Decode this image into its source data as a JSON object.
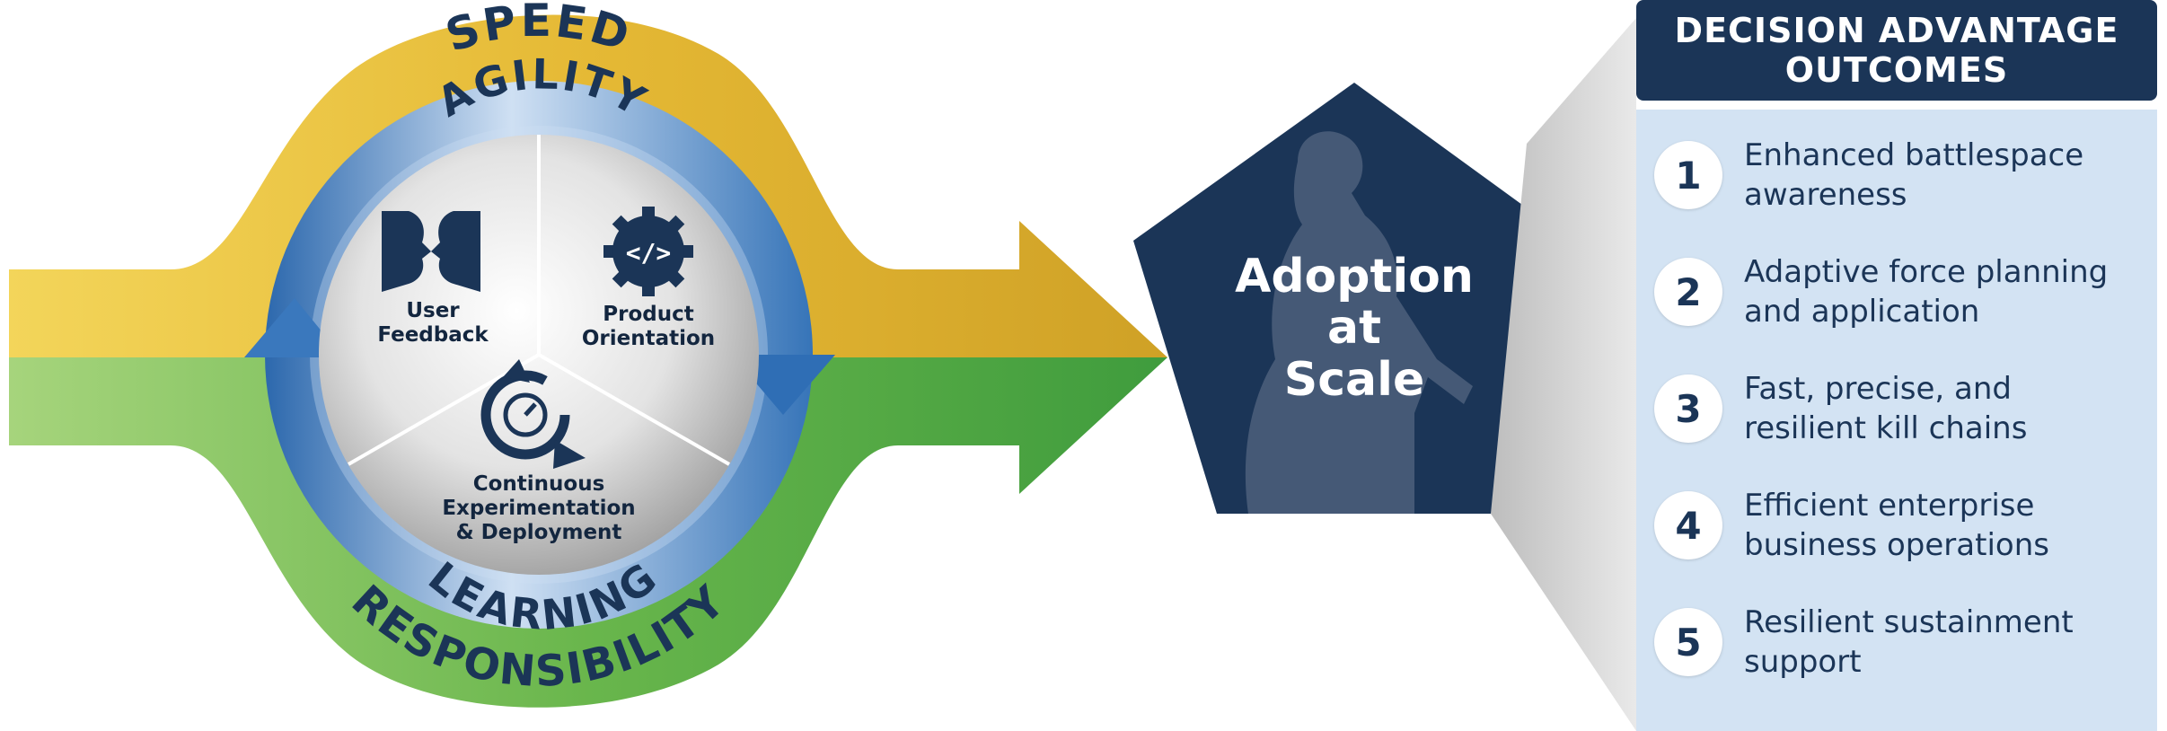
{
  "cycle": {
    "outer_top": "SPEED",
    "outer_bottom": "RESPONSIBILITY",
    "inner_top": "AGILITY",
    "inner_bottom": "LEARNING",
    "segments": [
      {
        "line1": "User",
        "line2": "Feedback",
        "icon": "faces-icon"
      },
      {
        "line1": "Product",
        "line2": "Orientation",
        "icon": "code-gear-icon"
      },
      {
        "line1": "Continuous",
        "line2": "Experimentation",
        "line3": "& Deployment",
        "icon": "refresh-gauge-icon"
      }
    ]
  },
  "pentagon": {
    "line1": "Adoption",
    "line2": "at",
    "line3": "Scale"
  },
  "outcomes": {
    "header_line1": "DECISION ADVANTAGE",
    "header_line2": "OUTCOMES",
    "items": [
      {
        "number": "1",
        "line1": "Enhanced battlespace",
        "line2": "awareness"
      },
      {
        "number": "2",
        "line1": "Adaptive force planning",
        "line2": "and application"
      },
      {
        "number": "3",
        "line1": "Fast, precise, and",
        "line2": "resilient kill chains"
      },
      {
        "number": "4",
        "line1": "Efficient enterprise",
        "line2": "business operations"
      },
      {
        "number": "5",
        "line1": "Resilient sustainment",
        "line2": "support"
      }
    ]
  },
  "colors": {
    "navy": "#1b3557",
    "gold": "#dab02c",
    "green": "#4fa845",
    "blue": "#3f7fc1",
    "panel": "#d3e3f3"
  }
}
